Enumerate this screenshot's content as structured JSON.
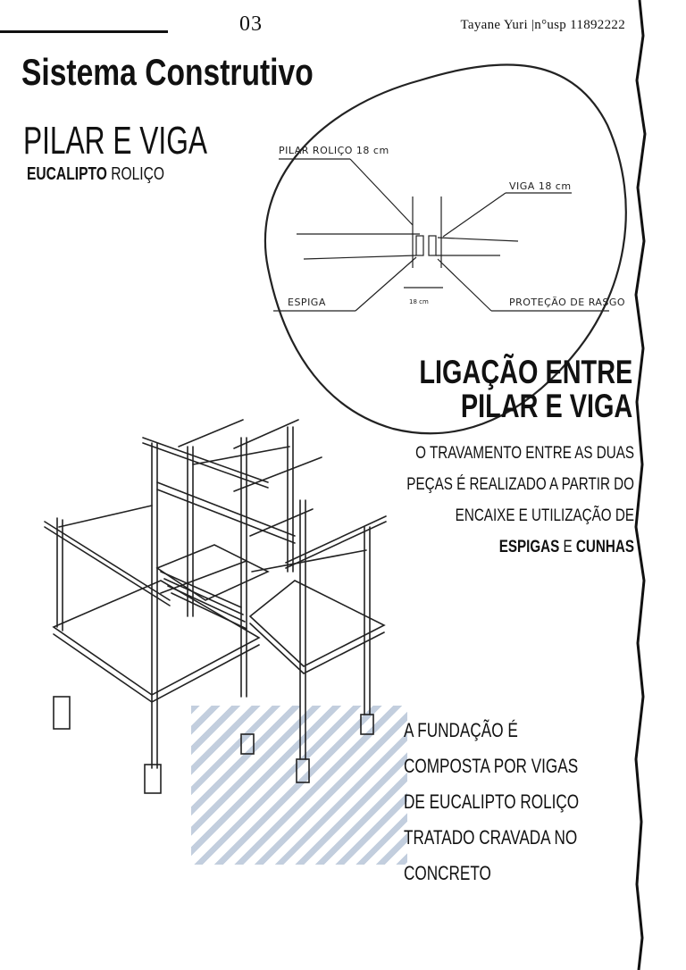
{
  "header": {
    "page_number": "03",
    "author": "Tayane Yuri |n°usp 11892222"
  },
  "title": {
    "main": "Sistema Construtivo",
    "subtitle": "PILAR E VIGA",
    "material_bold": "EUCALIPTO",
    "material_rest": "ROLIÇO"
  },
  "detail_sketch": {
    "label_pillar": "PILAR ROLIÇO 18 cm",
    "label_beam": "VIGA 18 cm",
    "label_tenon": "ESPIGA",
    "label_protection": "PROTEÇÃO DE RASGO",
    "label_dimension": "18 cm"
  },
  "connection": {
    "title_line1": "LIGAÇÃO ENTRE",
    "title_line2": "PILAR E VIGA",
    "desc_line1": "O TRAVAMENTO ENTRE AS DUAS",
    "desc_line2": "PEÇAS É REALIZADO A PARTIR DO",
    "desc_line3": "ENCAIXE E UTILIZAÇÃO DE",
    "desc_bold1": "ESPIGAS",
    "desc_join": "E",
    "desc_bold2": "CUNHAS"
  },
  "foundation": {
    "lines": [
      "A FUNDAÇÃO É",
      "COMPOSTA POR VIGAS",
      "DE EUCALIPTO ROLIÇO",
      "TRATADO CRAVADA NO",
      "CONCRETO"
    ]
  },
  "colors": {
    "ink": "#111111",
    "hatch": "#b8c6d8",
    "background": "#ffffff"
  }
}
